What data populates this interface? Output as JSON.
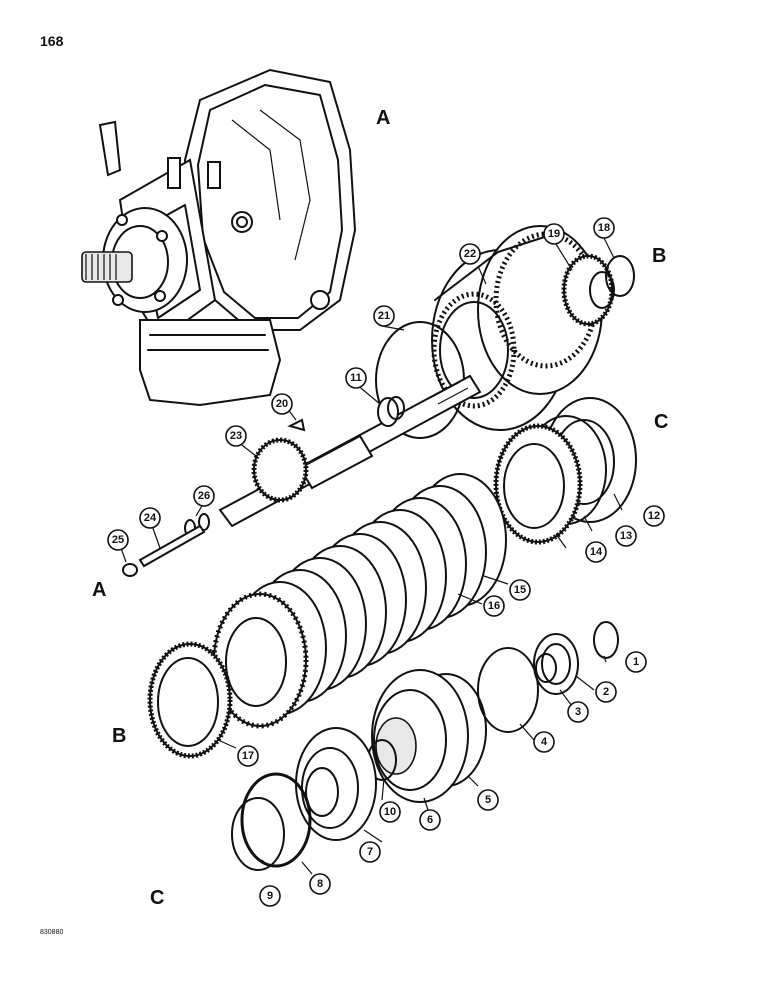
{
  "page_number": "168",
  "figure_code": "830880",
  "reference_letters": {
    "housing": "A",
    "housing_shaft": "A",
    "gear_group": "B",
    "clutch_ring": "B",
    "plate_group": "C",
    "snap_rings": "C"
  },
  "callouts": {
    "c1": "1",
    "c2": "2",
    "c3": "3",
    "c4": "4",
    "c5": "5",
    "c6": "6",
    "c7": "7",
    "c8": "8",
    "c9": "9",
    "c10": "10",
    "c11": "11",
    "c12": "12",
    "c13": "13",
    "c14": "14",
    "c15": "15",
    "c16": "16",
    "c17": "17",
    "c18": "18",
    "c19": "19",
    "c20": "20",
    "c21": "21",
    "c22": "22",
    "c23": "23",
    "c24": "24",
    "c25": "25",
    "c26": "26"
  }
}
